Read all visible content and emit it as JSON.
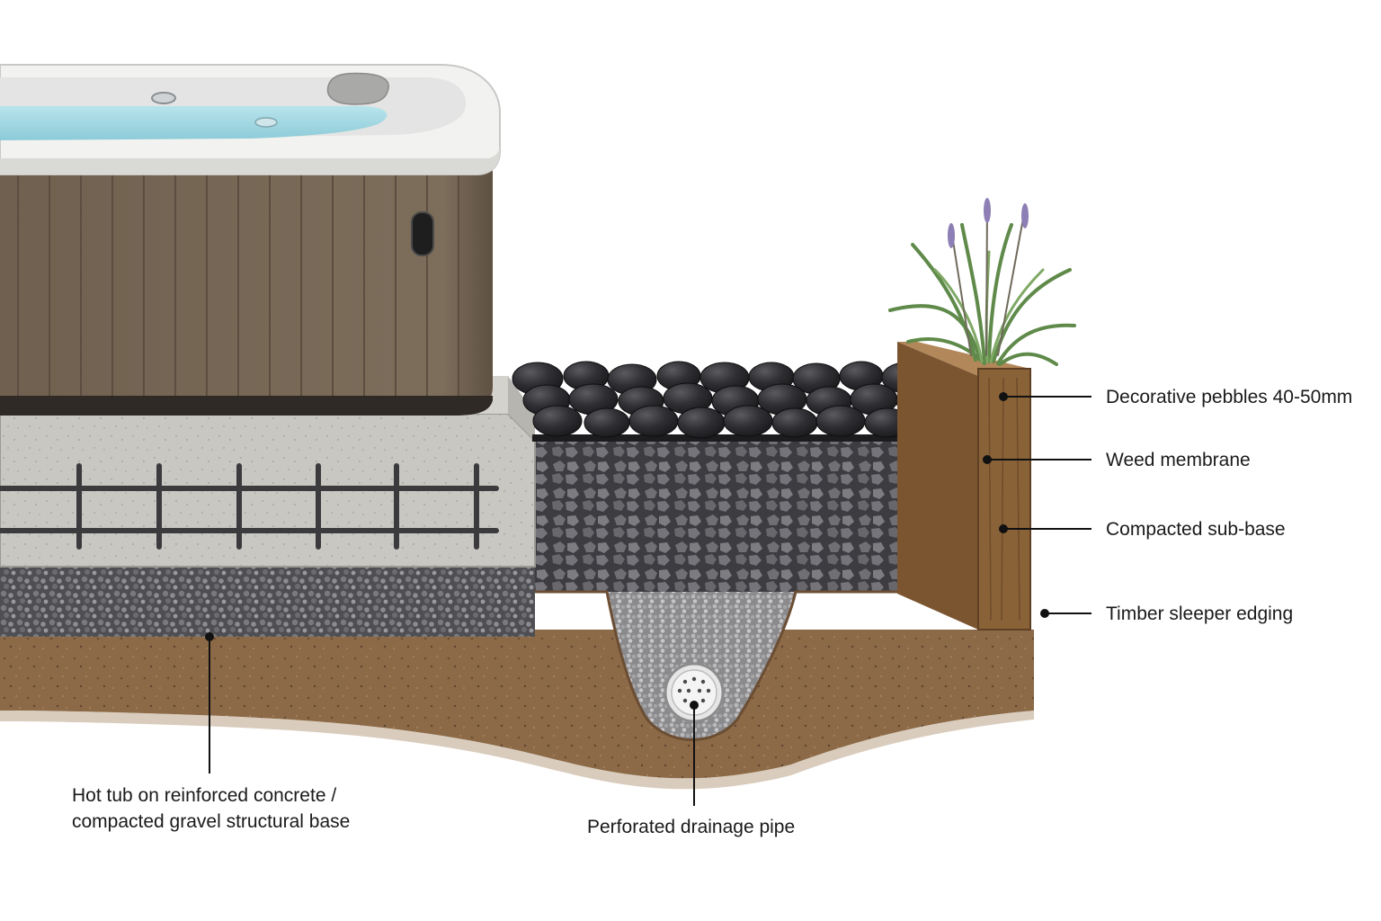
{
  "labels": {
    "pebbles": "Decorative pebbles 40-50mm",
    "membrane": "Weed membrane",
    "subbase": "Compacted sub-base",
    "sleeper": "Timber sleeper edging",
    "hot_tub_line1": "Hot tub on reinforced concrete /",
    "hot_tub_line2": "compacted gravel structural base",
    "drain": "Perforated drainage pipe"
  },
  "colors": {
    "soil": "#8c6a47",
    "sub_base": "#5d5d60",
    "concrete": "#c9c7c2",
    "pebbles": "#2b2b2e",
    "timber": "#8a6238",
    "tub_cladding": "#7a6a58",
    "tub_shell": "#f2f2f0",
    "water": "#9fd6e0",
    "plant": "#5f8a4a",
    "lavender": "#8d7fb5"
  }
}
